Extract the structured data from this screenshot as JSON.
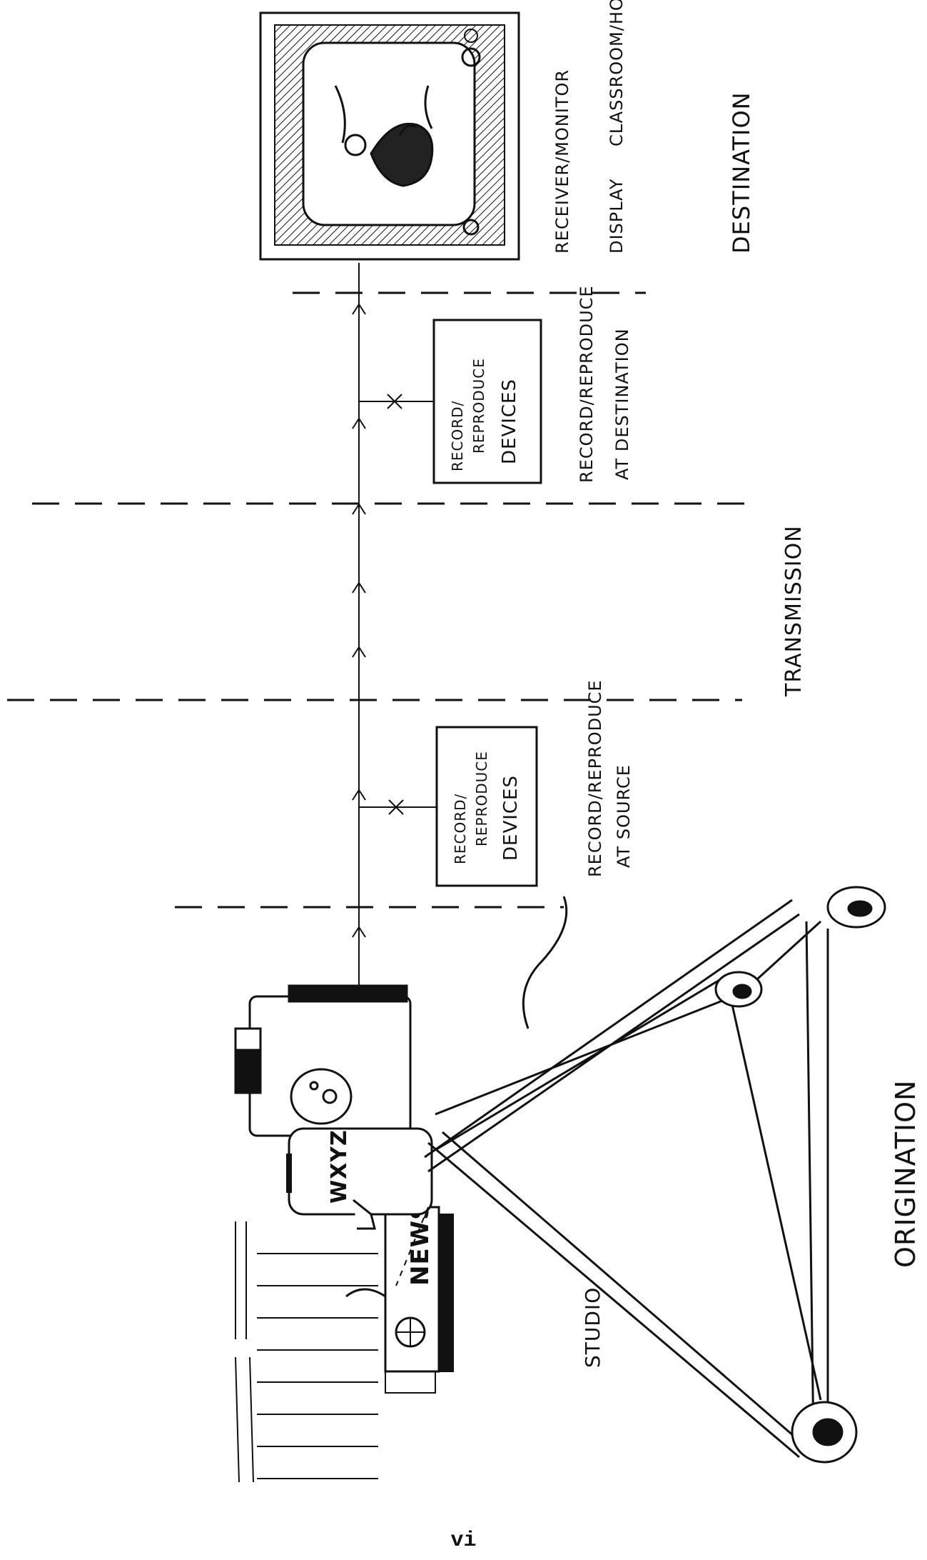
{
  "page_number": "vi",
  "labels": {
    "studio": "STUDIO",
    "origination": "ORIGINATION",
    "transmission": "TRANSMISSION",
    "destination": "DESTINATION",
    "receiver_monitor": "RECEIVER/MONITOR",
    "display": "DISPLAY",
    "classroom_home": "CLASSROOM/HOME",
    "device_box_line1": "RECORD/",
    "device_box_line2": "REPRODUCE",
    "device_box_line3": "DEVICES",
    "record_reproduce": "RECORD/REPRODUCE",
    "at_source": "AT SOURCE",
    "at_destination": "AT DESTINATION"
  },
  "props": {
    "camera_station": "WXYZ",
    "news_desk": "NEWS"
  },
  "colors": {
    "ink": "#111111",
    "paper": "#ffffff"
  }
}
